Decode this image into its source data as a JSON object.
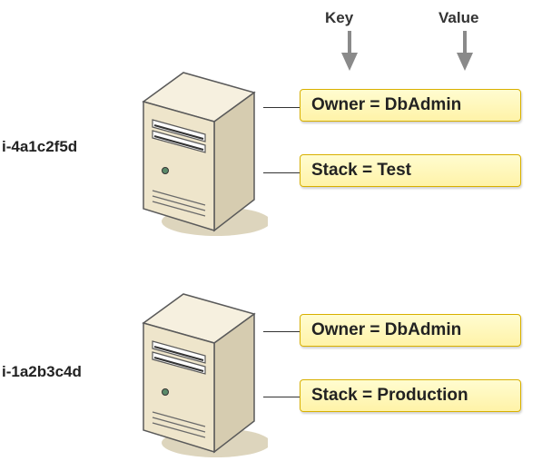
{
  "header": {
    "key_label": "Key",
    "value_label": "Value"
  },
  "instances": [
    {
      "id": "i-4a1c2f5d",
      "tags": [
        {
          "text": "Owner = DbAdmin"
        },
        {
          "text": "Stack = Test"
        }
      ]
    },
    {
      "id": "i-1a2b3c4d",
      "tags": [
        {
          "text": "Owner = DbAdmin"
        },
        {
          "text": "Stack = Production"
        }
      ]
    }
  ],
  "colors": {
    "tag_fill": "#fff3a8",
    "tag_border": "#d8b000",
    "server_body": "#efe6cc",
    "arrow": "#8a8a8a"
  },
  "icons": {
    "server": "server-tower-icon",
    "arrow": "arrow-down-icon"
  }
}
